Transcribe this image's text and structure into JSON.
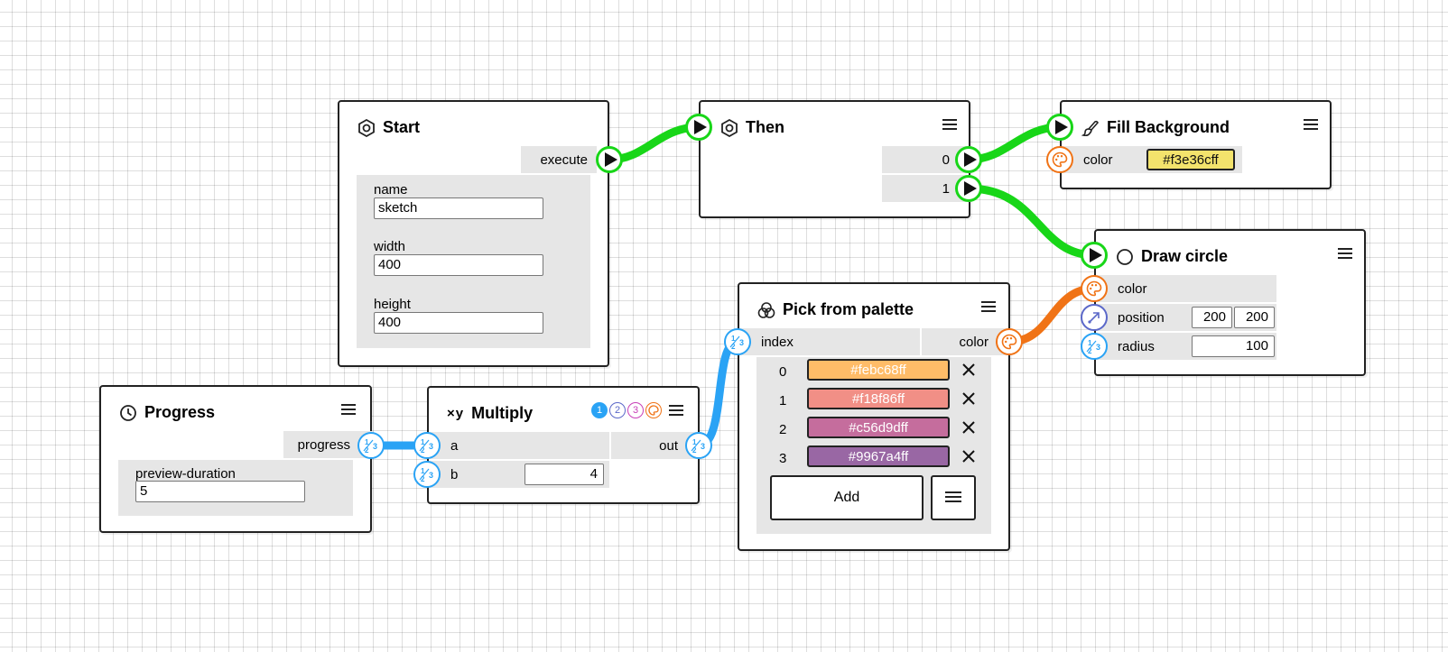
{
  "colors": {
    "exec_wire": "#18d618",
    "number_wire": "#2aa3f5",
    "color_wire": "#f07316"
  },
  "nodes": {
    "start": {
      "title": "Start",
      "icon": "hexagon-nut-icon",
      "output_label": "execute",
      "fields": {
        "name_label": "name",
        "name_value": "sketch",
        "width_label": "width",
        "width_value": "400",
        "height_label": "height",
        "height_value": "400"
      }
    },
    "then": {
      "title": "Then",
      "icon": "hexagon-nut-icon",
      "outputs": [
        "0",
        "1"
      ]
    },
    "fill_background": {
      "title": "Fill Background",
      "icon": "paint-brush-icon",
      "color_label": "color",
      "color_value": "#f3e36cff"
    },
    "draw_circle": {
      "title": "Draw circle",
      "icon": "circle-icon",
      "color_label": "color",
      "position_label": "position",
      "position_x": "200",
      "position_y": "200",
      "radius_label": "radius",
      "radius_value": "100"
    },
    "pick_from_palette": {
      "title": "Pick from palette",
      "icon": "overlapping-circles-icon",
      "input_label": "index",
      "output_label": "color",
      "palette": [
        {
          "index": "0",
          "value": "#febc68ff",
          "color": "#febc68"
        },
        {
          "index": "1",
          "value": "#f18f86ff",
          "color": "#f18f86"
        },
        {
          "index": "2",
          "value": "#c56d9dff",
          "color": "#c56d9d"
        },
        {
          "index": "3",
          "value": "#9967a4ff",
          "color": "#9967a4"
        }
      ],
      "add_label": "Add"
    },
    "multiply": {
      "title": "Multiply",
      "icon": "xy-icon",
      "a_label": "a",
      "b_label": "b",
      "b_value": "4",
      "output_label": "out",
      "type_badges": [
        "1",
        "2",
        "3"
      ]
    },
    "progress": {
      "title": "Progress",
      "icon": "clock-icon",
      "output_label": "progress",
      "preview_label": "preview-duration",
      "preview_value": "5"
    }
  }
}
